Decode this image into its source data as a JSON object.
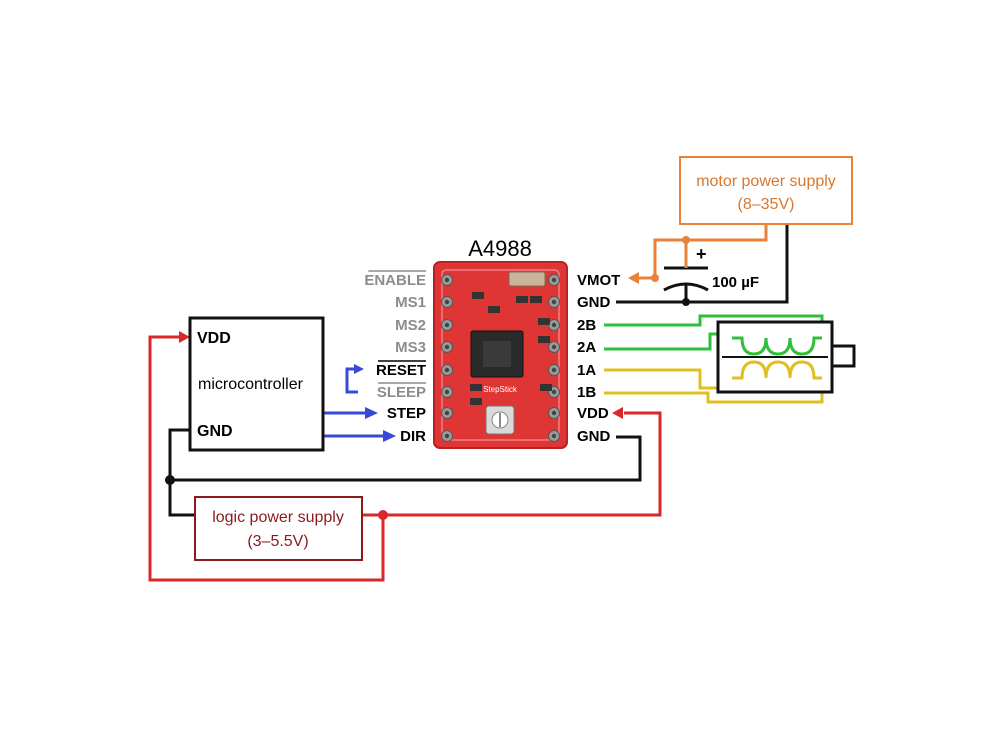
{
  "chip": {
    "name": "A4988",
    "silk_text": "StepStick",
    "left_pins": [
      "ENABLE",
      "MS1",
      "MS2",
      "MS3",
      "RESET",
      "SLEEP",
      "STEP",
      "DIR"
    ],
    "right_pins": [
      "VMOT",
      "GND",
      "2B",
      "2A",
      "1A",
      "1B",
      "VDD",
      "GND"
    ]
  },
  "microcontroller": {
    "label": "microcontroller",
    "vdd": "VDD",
    "gnd": "GND"
  },
  "logic_supply": {
    "line1": "logic power supply",
    "line2": "(3–5.5V)"
  },
  "motor_supply": {
    "line1": "motor power supply",
    "line2": "(8–35V)"
  },
  "capacitor": {
    "value": "100 µF",
    "polarity": "+"
  },
  "colors": {
    "logic_power": "#d9282a",
    "motor_power": "#e8823a",
    "signal": "#3848d8",
    "ground": "#111111",
    "coil_b": "#2fbf3a",
    "coil_a": "#e0c020",
    "board": "#e03535",
    "logic_text": "#8b1a1a",
    "motor_text": "#d9772b"
  }
}
